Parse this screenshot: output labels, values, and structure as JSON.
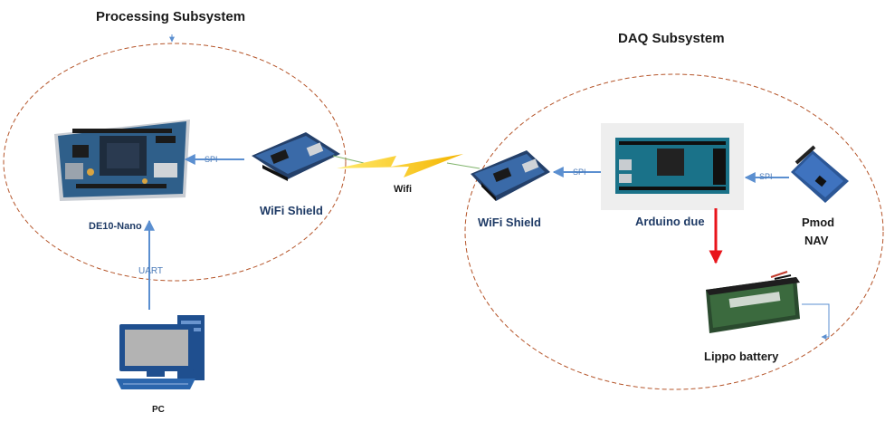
{
  "subsystems": {
    "processing": {
      "title": "Processing Subsystem"
    },
    "daq": {
      "title": "DAQ Subsystem"
    }
  },
  "nodes": {
    "de10_nano": "DE10-Nano",
    "wifi_shield_left": "WiFi Shield",
    "wifi_shield_right": "WiFi Shield",
    "arduino_due": "Arduino due",
    "pmod_nav_line1": "Pmod",
    "pmod_nav_line2": "NAV",
    "lippo_battery": "Lippo battery",
    "pc": "PC"
  },
  "links": {
    "spi_left": "SPI",
    "spi_arduino": "SPI",
    "spi_pmod": "SPI",
    "uart": "UART",
    "wifi": "Wifi"
  },
  "colors": {
    "ellipse_stroke": "#b5552a",
    "arrow_blue": "#5b8fd0",
    "arrow_red": "#e8141b",
    "lightning": "#ffd21f"
  }
}
